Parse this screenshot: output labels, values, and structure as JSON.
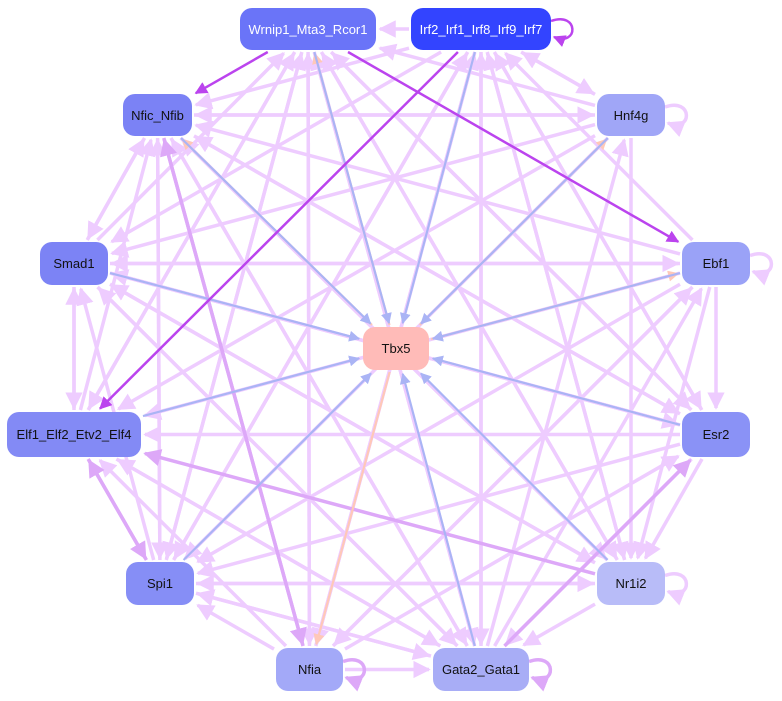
{
  "nodes": [
    {
      "id": "Wrnip1_Mta3_Rcor1",
      "label": "Wrnip1_Mta3_Rcor1",
      "color": "#6a74f8",
      "text": "light"
    },
    {
      "id": "Irf2_Irf1_Irf8_Irf9_Irf7",
      "label": "Irf2_Irf1_Irf8_Irf9_Irf7",
      "color": "#3344ff",
      "text": "light"
    },
    {
      "id": "Nfic_Nfib",
      "label": "Nfic_Nfib",
      "color": "#7b82f5",
      "text": "dark"
    },
    {
      "id": "Hnf4g",
      "label": "Hnf4g",
      "color": "#a0a6f7",
      "text": "dark"
    },
    {
      "id": "Smad1",
      "label": "Smad1",
      "color": "#7c83f5",
      "text": "dark"
    },
    {
      "id": "Ebf1",
      "label": "Ebf1",
      "color": "#9aa2f7",
      "text": "dark"
    },
    {
      "id": "Tbx5",
      "label": "Tbx5",
      "color": "#ffbbb8",
      "text": "dark"
    },
    {
      "id": "Elf1_Elf2_Etv2_Elf4",
      "label": "Elf1_Elf2_Etv2_Elf4",
      "color": "#838af5",
      "text": "dark"
    },
    {
      "id": "Esr2",
      "label": "Esr2",
      "color": "#8a92f6",
      "text": "dark"
    },
    {
      "id": "Spi1",
      "label": "Spi1",
      "color": "#868ef6",
      "text": "dark"
    },
    {
      "id": "Nr1i2",
      "label": "Nr1i2",
      "color": "#b8bcf8",
      "text": "dark"
    },
    {
      "id": "Nfia",
      "label": "Nfia",
      "color": "#a3a9f8",
      "text": "dark"
    },
    {
      "id": "Gata2_Gata1",
      "label": "Gata2_Gata1",
      "color": "#a8adf6",
      "text": "dark"
    }
  ],
  "edge_colors": {
    "light": "#eeccff",
    "mid": "#dda8f8",
    "strong": "#bb44ee",
    "blue": "#aab4f5",
    "peach": "#ffc8b8"
  },
  "edges": [
    [
      "Wrnip1_Mta3_Rcor1",
      "Nfic_Nfib",
      "strong"
    ],
    [
      "Wrnip1_Mta3_Rcor1",
      "Ebf1",
      "strong"
    ],
    [
      "Irf2_Irf1_Irf8_Irf9_Irf7",
      "Elf1_Elf2_Etv2_Elf4",
      "strong"
    ],
    [
      "Irf2_Irf1_Irf8_Irf9_Irf7",
      "Irf2_Irf1_Irf8_Irf9_Irf7",
      "strong"
    ],
    [
      "Irf2_Irf1_Irf8_Irf9_Irf7",
      "Wrnip1_Mta3_Rcor1",
      "light"
    ],
    [
      "Hnf4g",
      "Hnf4g",
      "light"
    ],
    [
      "Ebf1",
      "Ebf1",
      "light"
    ],
    [
      "Nr1i2",
      "Nr1i2",
      "light"
    ],
    [
      "Nfia",
      "Nfia",
      "mid"
    ],
    [
      "Gata2_Gata1",
      "Gata2_Gata1",
      "mid"
    ],
    [
      "Nfic_Nfib",
      "Tbx5",
      "blue"
    ],
    [
      "Wrnip1_Mta3_Rcor1",
      "Tbx5",
      "blue"
    ],
    [
      "Irf2_Irf1_Irf8_Irf9_Irf7",
      "Tbx5",
      "blue"
    ],
    [
      "Hnf4g",
      "Tbx5",
      "blue"
    ],
    [
      "Ebf1",
      "Tbx5",
      "blue"
    ],
    [
      "Smad1",
      "Tbx5",
      "blue"
    ],
    [
      "Elf1_Elf2_Etv2_Elf4",
      "Tbx5",
      "blue"
    ],
    [
      "Esr2",
      "Tbx5",
      "blue"
    ],
    [
      "Spi1",
      "Tbx5",
      "blue"
    ],
    [
      "Nr1i2",
      "Tbx5",
      "blue"
    ],
    [
      "Gata2_Gata1",
      "Tbx5",
      "blue"
    ],
    [
      "Tbx5",
      "Wrnip1_Mta3_Rcor1",
      "peach"
    ],
    [
      "Tbx5",
      "Nfic_Nfib",
      "peach"
    ],
    [
      "Tbx5",
      "Hnf4g",
      "peach"
    ],
    [
      "Tbx5",
      "Ebf1",
      "peach"
    ],
    [
      "Tbx5",
      "Nfia",
      "peach"
    ],
    [
      "Hnf4g",
      "Nfic_Nfib",
      "light"
    ],
    [
      "Hnf4g",
      "Irf2_Irf1_Irf8_Irf9_Irf7",
      "light"
    ],
    [
      "Hnf4g",
      "Wrnip1_Mta3_Rcor1",
      "light"
    ],
    [
      "Hnf4g",
      "Smad1",
      "light"
    ],
    [
      "Hnf4g",
      "Elf1_Elf2_Etv2_Elf4",
      "light"
    ],
    [
      "Hnf4g",
      "Spi1",
      "light"
    ],
    [
      "Hnf4g",
      "Nr1i2",
      "light"
    ],
    [
      "Ebf1",
      "Esr2",
      "light"
    ],
    [
      "Ebf1",
      "Smad1",
      "light"
    ],
    [
      "Ebf1",
      "Elf1_Elf2_Etv2_Elf4",
      "light"
    ],
    [
      "Ebf1",
      "Irf2_Irf1_Irf8_Irf9_Irf7",
      "light"
    ],
    [
      "Ebf1",
      "Nfic_Nfib",
      "light"
    ],
    [
      "Ebf1",
      "Spi1",
      "light"
    ],
    [
      "Ebf1",
      "Nfia",
      "light"
    ],
    [
      "Ebf1",
      "Nr1i2",
      "light"
    ],
    [
      "Esr2",
      "Elf1_Elf2_Etv2_Elf4",
      "light"
    ],
    [
      "Esr2",
      "Smad1",
      "light"
    ],
    [
      "Esr2",
      "Nfic_Nfib",
      "light"
    ],
    [
      "Esr2",
      "Irf2_Irf1_Irf8_Irf9_Irf7",
      "light"
    ],
    [
      "Esr2",
      "Wrnip1_Mta3_Rcor1",
      "light"
    ],
    [
      "Esr2",
      "Nr1i2",
      "light"
    ],
    [
      "Esr2",
      "Gata2_Gata1",
      "light"
    ],
    [
      "Esr2",
      "Spi1",
      "light"
    ],
    [
      "Nr1i2",
      "Elf1_Elf2_Etv2_Elf4",
      "mid"
    ],
    [
      "Nr1i2",
      "Smad1",
      "light"
    ],
    [
      "Nr1i2",
      "Spi1",
      "light"
    ],
    [
      "Nr1i2",
      "Nfic_Nfib",
      "light"
    ],
    [
      "Nr1i2",
      "Irf2_Irf1_Irf8_Irf9_Irf7",
      "light"
    ],
    [
      "Nr1i2",
      "Wrnip1_Mta3_Rcor1",
      "light"
    ],
    [
      "Nr1i2",
      "Gata2_Gata1",
      "light"
    ],
    [
      "Gata2_Gata1",
      "Spi1",
      "light"
    ],
    [
      "Gata2_Gata1",
      "Elf1_Elf2_Etv2_Elf4",
      "light"
    ],
    [
      "Gata2_Gata1",
      "Smad1",
      "light"
    ],
    [
      "Gata2_Gata1",
      "Nfic_Nfib",
      "light"
    ],
    [
      "Gata2_Gata1",
      "Irf2_Irf1_Irf8_Irf9_Irf7",
      "light"
    ],
    [
      "Gata2_Gata1",
      "Wrnip1_Mta3_Rcor1",
      "light"
    ],
    [
      "Gata2_Gata1",
      "Ebf1",
      "light"
    ],
    [
      "Gata2_Gata1",
      "Esr2",
      "mid"
    ],
    [
      "Gata2_Gata1",
      "Hnf4g",
      "light"
    ],
    [
      "Nfia",
      "Spi1",
      "light"
    ],
    [
      "Nfia",
      "Elf1_Elf2_Etv2_Elf4",
      "light"
    ],
    [
      "Nfia",
      "Nfic_Nfib",
      "mid"
    ],
    [
      "Nfia",
      "Wrnip1_Mta3_Rcor1",
      "light"
    ],
    [
      "Nfia",
      "Irf2_Irf1_Irf8_Irf9_Irf7",
      "light"
    ],
    [
      "Nfia",
      "Ebf1",
      "light"
    ],
    [
      "Nfia",
      "Esr2",
      "light"
    ],
    [
      "Nfia",
      "Gata2_Gata1",
      "light"
    ],
    [
      "Spi1",
      "Elf1_Elf2_Etv2_Elf4",
      "mid"
    ],
    [
      "Spi1",
      "Smad1",
      "light"
    ],
    [
      "Spi1",
      "Nfic_Nfib",
      "light"
    ],
    [
      "Spi1",
      "Wrnip1_Mta3_Rcor1",
      "light"
    ],
    [
      "Spi1",
      "Irf2_Irf1_Irf8_Irf9_Irf7",
      "light"
    ],
    [
      "Spi1",
      "Gata2_Gata1",
      "light"
    ],
    [
      "Spi1",
      "Nr1i2",
      "light"
    ],
    [
      "Elf1_Elf2_Etv2_Elf4",
      "Smad1",
      "light"
    ],
    [
      "Elf1_Elf2_Etv2_Elf4",
      "Spi1",
      "mid"
    ],
    [
      "Elf1_Elf2_Etv2_Elf4",
      "Nfic_Nfib",
      "light"
    ],
    [
      "Elf1_Elf2_Etv2_Elf4",
      "Wrnip1_Mta3_Rcor1",
      "light"
    ],
    [
      "Elf1_Elf2_Etv2_Elf4",
      "Gata2_Gata1",
      "light"
    ],
    [
      "Smad1",
      "Elf1_Elf2_Etv2_Elf4",
      "light"
    ],
    [
      "Smad1",
      "Ebf1",
      "light"
    ],
    [
      "Smad1",
      "Nfic_Nfib",
      "light"
    ],
    [
      "Smad1",
      "Wrnip1_Mta3_Rcor1",
      "light"
    ],
    [
      "Smad1",
      "Nr1i2",
      "light"
    ],
    [
      "Smad1",
      "Gata2_Gata1",
      "light"
    ],
    [
      "Smad1",
      "Esr2",
      "light"
    ],
    [
      "Nfic_Nfib",
      "Hnf4g",
      "light"
    ],
    [
      "Nfic_Nfib",
      "Spi1",
      "light"
    ],
    [
      "Nfic_Nfib",
      "Nfia",
      "mid"
    ],
    [
      "Nfic_Nfib",
      "Smad1",
      "light"
    ],
    [
      "Nfic_Nfib",
      "Esr2",
      "light"
    ],
    [
      "Nfic_Nfib",
      "Nr1i2",
      "light"
    ],
    [
      "Nfic_Nfib",
      "Gata2_Gata1",
      "light"
    ],
    [
      "Wrnip1_Mta3_Rcor1",
      "Spi1",
      "light"
    ],
    [
      "Wrnip1_Mta3_Rcor1",
      "Nfia",
      "light"
    ],
    [
      "Wrnip1_Mta3_Rcor1",
      "Gata2_Gata1",
      "light"
    ],
    [
      "Wrnip1_Mta3_Rcor1",
      "Elf1_Elf2_Etv2_Elf4",
      "light"
    ],
    [
      "Wrnip1_Mta3_Rcor1",
      "Esr2",
      "light"
    ],
    [
      "Wrnip1_Mta3_Rcor1",
      "Nr1i2",
      "light"
    ],
    [
      "Irf2_Irf1_Irf8_Irf9_Irf7",
      "Spi1",
      "light"
    ],
    [
      "Irf2_Irf1_Irf8_Irf9_Irf7",
      "Gata2_Gata1",
      "light"
    ],
    [
      "Irf2_Irf1_Irf8_Irf9_Irf7",
      "Nfia",
      "light"
    ],
    [
      "Irf2_Irf1_Irf8_Irf9_Irf7",
      "Smad1",
      "light"
    ],
    [
      "Irf2_Irf1_Irf8_Irf9_Irf7",
      "Nfic_Nfib",
      "light"
    ],
    [
      "Irf2_Irf1_Irf8_Irf9_Irf7",
      "Esr2",
      "light"
    ],
    [
      "Irf2_Irf1_Irf8_Irf9_Irf7",
      "Nr1i2",
      "light"
    ],
    [
      "Irf2_Irf1_Irf8_Irf9_Irf7",
      "Hnf4g",
      "light"
    ]
  ]
}
